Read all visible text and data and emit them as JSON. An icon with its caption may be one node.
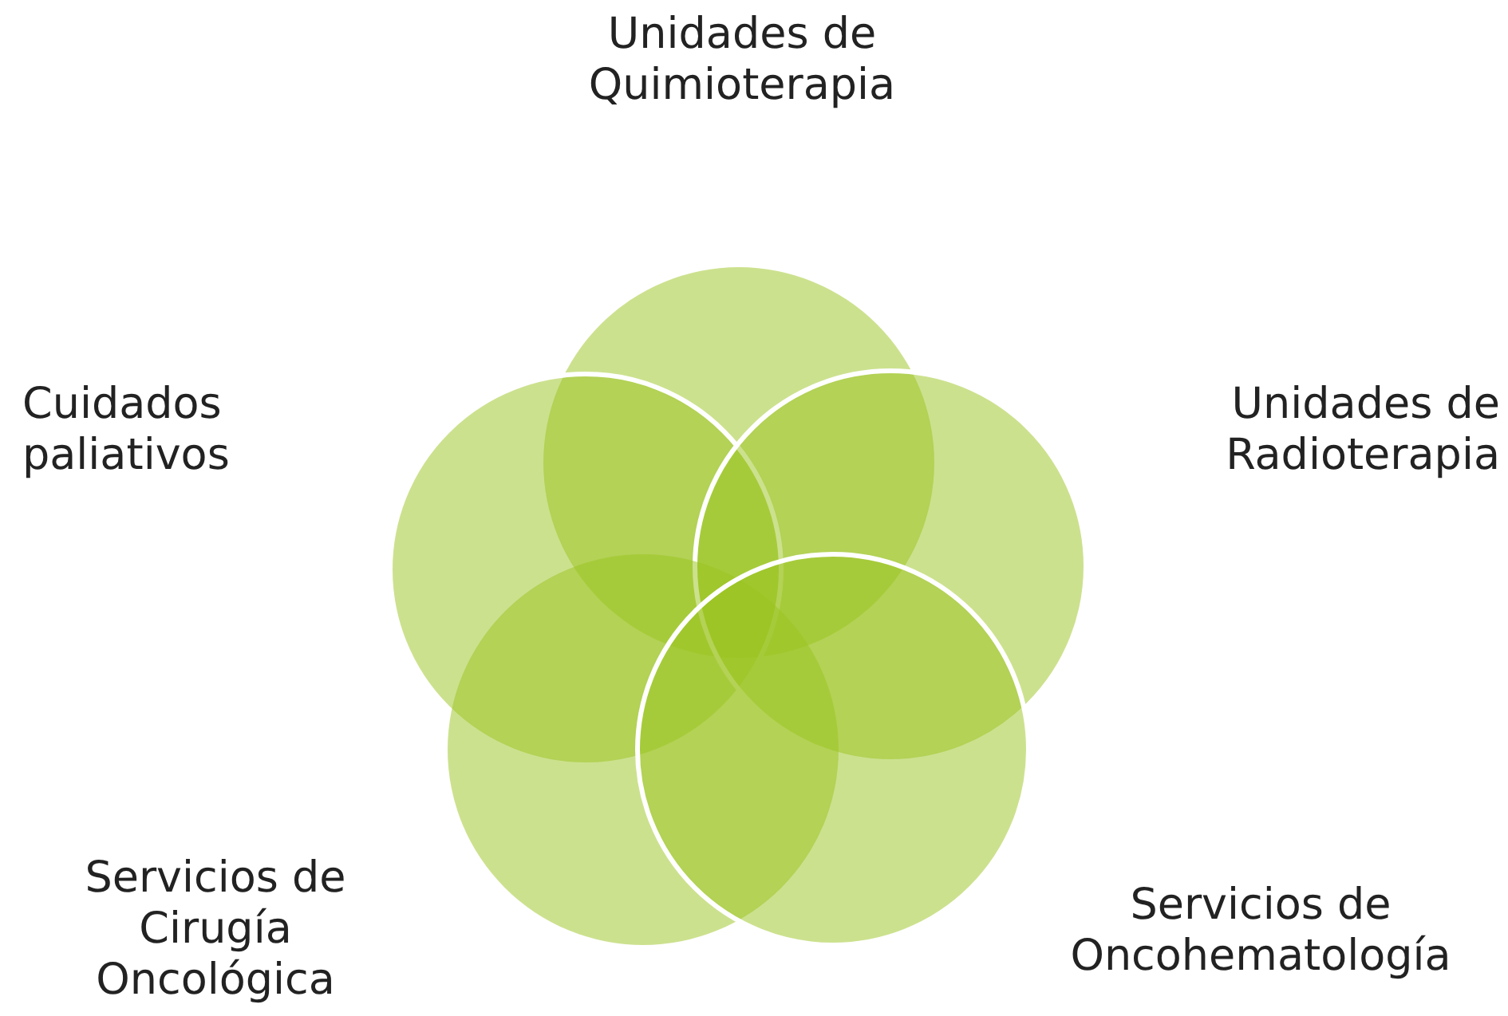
{
  "diagram": {
    "nodes": [
      {
        "text": [],
        "shape": "circle",
        "beside": [
          "Unidades de Quimioterapia"
        ]
      },
      {
        "text": [],
        "shape": "circle",
        "beside": [
          "Cuidados paliativos"
        ]
      },
      {
        "text": [],
        "shape": "circle",
        "beside": [
          "Unidades de Radioterapia"
        ]
      },
      {
        "text": [],
        "shape": "circle",
        "beside": [
          "Servicios de Cirugía Oncológica"
        ]
      },
      {
        "text": [],
        "shape": "circle",
        "beside": [
          "Servicios de Oncohematología"
        ]
      }
    ]
  }
}
